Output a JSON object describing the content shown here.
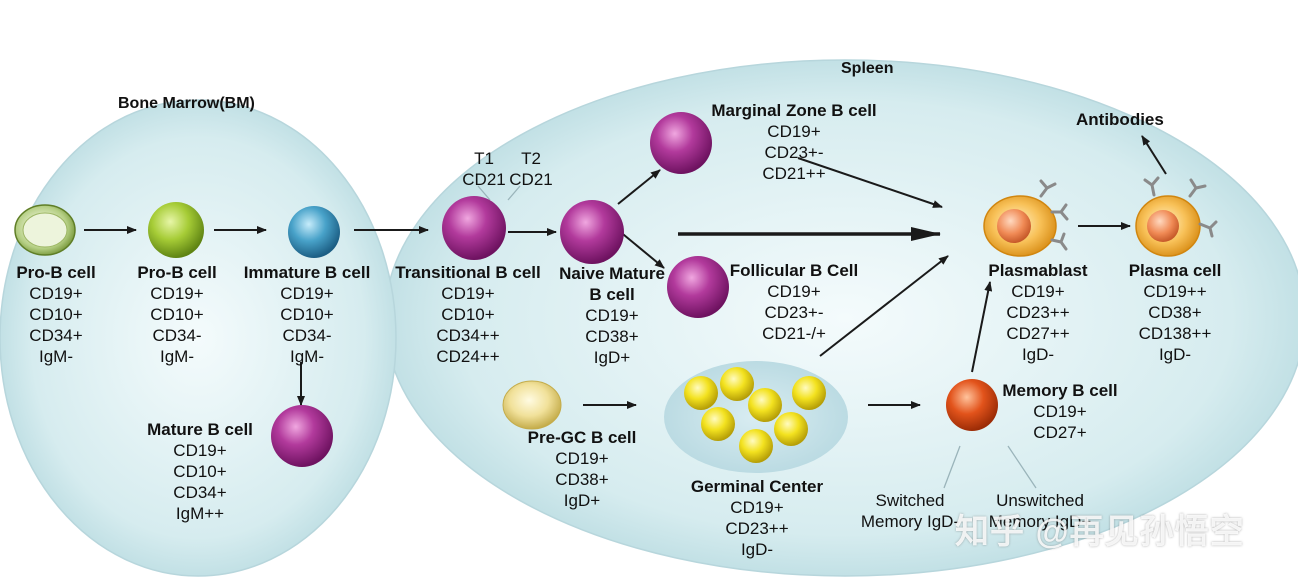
{
  "regions": {
    "bone_marrow": "Bone Marrow(BM)",
    "spleen": "Spleen"
  },
  "cells": {
    "pro_b_1": {
      "name": "Pro-B cell",
      "markers": [
        "CD19+",
        "CD10+",
        "CD34+",
        "IgM-"
      ]
    },
    "pro_b_2": {
      "name": "Pro-B cell",
      "markers": [
        "CD19+",
        "CD10+",
        "CD34-",
        "IgM-"
      ]
    },
    "immature_b": {
      "name": "Immature B cell",
      "markers": [
        "CD19+",
        "CD10+",
        "CD34-",
        "IgM-"
      ]
    },
    "mature_b": {
      "name": "Mature B cell",
      "markers": [
        "CD19+",
        "CD10+",
        "CD34+",
        "IgM++"
      ]
    },
    "transitional_b": {
      "name": "Transitional B cell",
      "markers": [
        "CD19+",
        "CD10+",
        "CD34++",
        "CD24++"
      ]
    },
    "naive_mature": {
      "name_lines": [
        "Naive Mature",
        "B cell"
      ],
      "markers": [
        "CD19+",
        "CD38+",
        "IgD+"
      ]
    },
    "marginal_zone": {
      "name": "Marginal Zone B cell",
      "markers": [
        "CD19+",
        "CD23+-",
        "CD21++"
      ]
    },
    "follicular": {
      "name": "Follicular B Cell",
      "markers": [
        "CD19+",
        "CD23+-",
        "CD21-/+"
      ]
    },
    "pre_gc": {
      "name": "Pre-GC B cell",
      "markers": [
        "CD19+",
        "CD38+",
        "IgD+"
      ]
    },
    "germinal_center": {
      "name": "Germinal Center",
      "markers": [
        "CD19+",
        "CD23++",
        "IgD-"
      ]
    },
    "memory_b": {
      "name": "Memory B cell",
      "markers": [
        "CD19+",
        "CD27+"
      ]
    },
    "plasmablast": {
      "name": "Plasmablast",
      "markers": [
        "CD19+",
        "CD23++",
        "CD27++",
        "IgD-"
      ]
    },
    "plasma_cell": {
      "name": "Plasma cell",
      "markers": [
        "CD19++",
        "CD38+",
        "CD138++",
        "IgD-"
      ]
    }
  },
  "transitional_subsets": {
    "t1": {
      "name": "T1",
      "marker": "CD21"
    },
    "t2": {
      "name": "T2",
      "marker": "CD21"
    }
  },
  "memory_subsets": {
    "switched": [
      "Switched",
      "Memory IgD-"
    ],
    "unswitched": [
      "Unswitched",
      "Memory IgD+"
    ]
  },
  "antibodies": "Antibodies",
  "watermark": "知乎 @再见孙悟空",
  "colors": {
    "region_fill": "#c4e3e8",
    "pro_b_cell": "#cfe0a6",
    "pro_b_cell_2": "#a7cc3f",
    "immature_cell": "#4aa3c9",
    "b_cell_magenta": "#a8278f",
    "pre_gc_cell": "#f2e29a",
    "gc_cell": "#f2e21f",
    "memory_cell": "#e2531b",
    "plasma_cell": "#f6a93a",
    "antibody": "#8a8a8a"
  }
}
